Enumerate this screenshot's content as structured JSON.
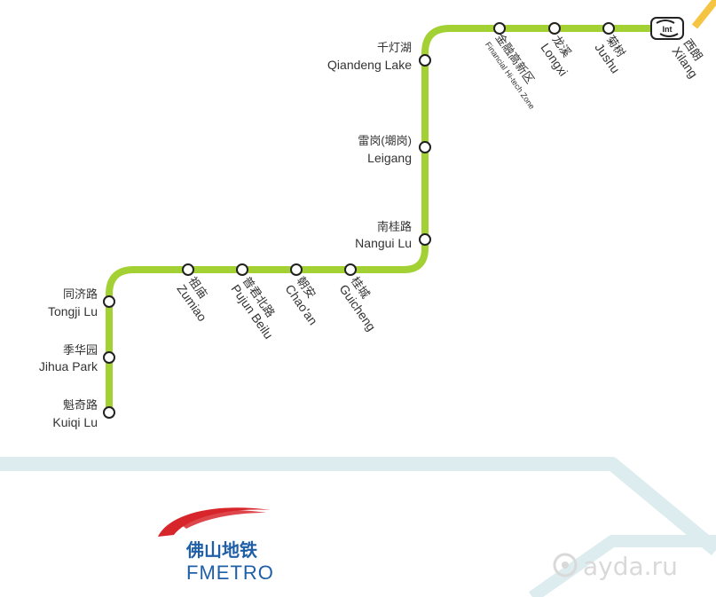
{
  "line": {
    "color": "#a3d134",
    "connector_color": "#f6c443",
    "stations": [
      {
        "zh": "魁奇路",
        "en": "Kuiqi Lu"
      },
      {
        "zh": "季华园",
        "en": "Jihua Park"
      },
      {
        "zh": "同济路",
        "en": "Tongji Lu"
      },
      {
        "zh": "祖庙",
        "en": "Zumiao"
      },
      {
        "zh": "普君北路",
        "en": "Pujun Beilu"
      },
      {
        "zh": "朝安",
        "en": "Chao'an"
      },
      {
        "zh": "桂城",
        "en": "Guicheng"
      },
      {
        "zh": "南桂路",
        "en": "Nangui Lu"
      },
      {
        "zh": "雷岗(㙟岗)",
        "en": "Leigang"
      },
      {
        "zh": "千灯湖",
        "en": "Qiandeng Lake"
      },
      {
        "zh": "金融高新区",
        "en": "Financial Hi-tech Zone"
      },
      {
        "zh": "龙溪",
        "en": "Longxi"
      },
      {
        "zh": "菊树",
        "en": "Jushu"
      },
      {
        "zh": "西朗",
        "en": "Xilang",
        "interchange_label": "Int"
      }
    ]
  },
  "river": {
    "color": "#dcecef"
  },
  "logo": {
    "zh": "佛山地铁",
    "en": "FMETRO",
    "mark_color": "#d7262b",
    "text_color": "#1f5fa8"
  },
  "watermark": {
    "text": "ayda.ru"
  }
}
